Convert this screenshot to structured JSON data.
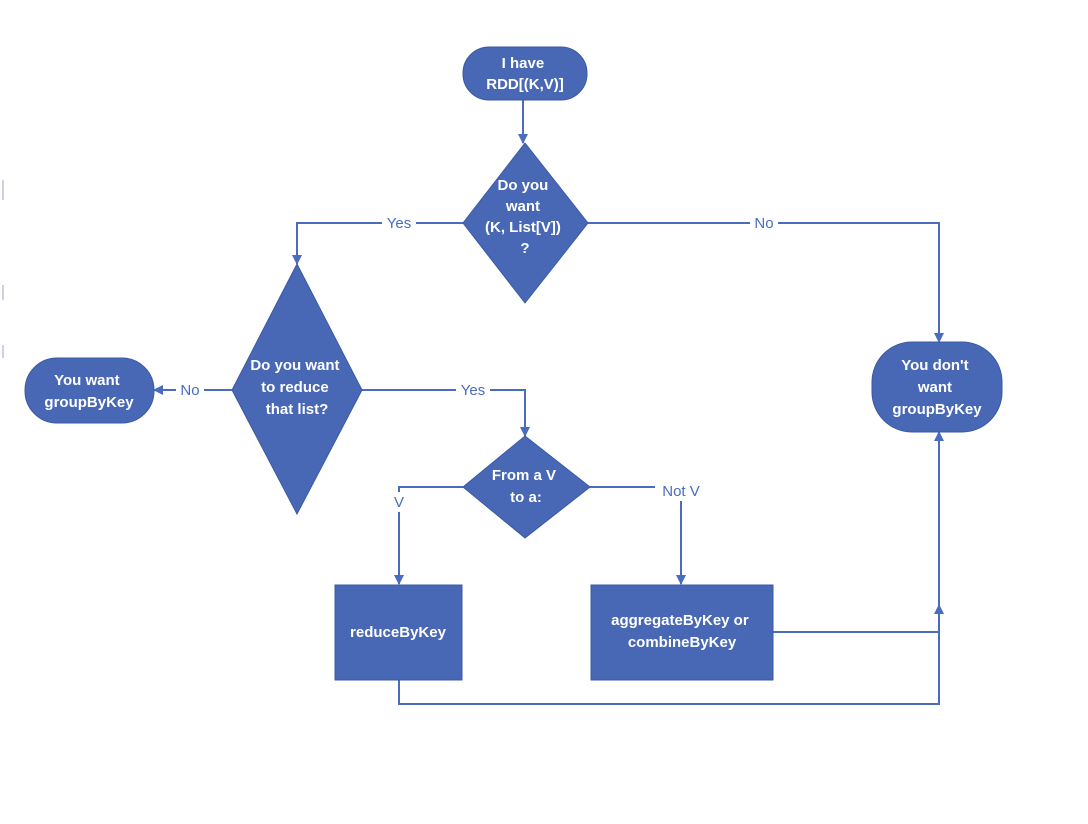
{
  "colors": {
    "node_fill": "#4868b5",
    "edge": "#4a6cc0",
    "text_on_node": "#ffffff",
    "background": "#ffffff"
  },
  "nodes": {
    "start": {
      "lines": [
        "I have",
        "RDD[(K,V)]"
      ]
    },
    "q_list": {
      "lines": [
        "Do you",
        "want",
        "(K, List[V])",
        "?"
      ]
    },
    "q_reduce": {
      "lines": [
        "Do you want",
        "to reduce",
        "that list?"
      ]
    },
    "want_groupbykey": {
      "lines": [
        "You want",
        "groupByKey"
      ]
    },
    "dont_want_groupbykey": {
      "lines": [
        "You don't",
        "want",
        "groupByKey"
      ]
    },
    "q_from_v": {
      "lines": [
        "From a V",
        "to a:"
      ]
    },
    "reducebykey": {
      "lines": [
        "reduceByKey"
      ]
    },
    "aggregatebykey": {
      "lines": [
        "aggregateByKey or",
        "combineByKey"
      ]
    }
  },
  "edge_labels": {
    "list_yes": "Yes",
    "list_no": "No",
    "reduce_no": "No",
    "reduce_yes": "Yes",
    "from_v_v": "V",
    "from_v_not_v": "Not V"
  }
}
